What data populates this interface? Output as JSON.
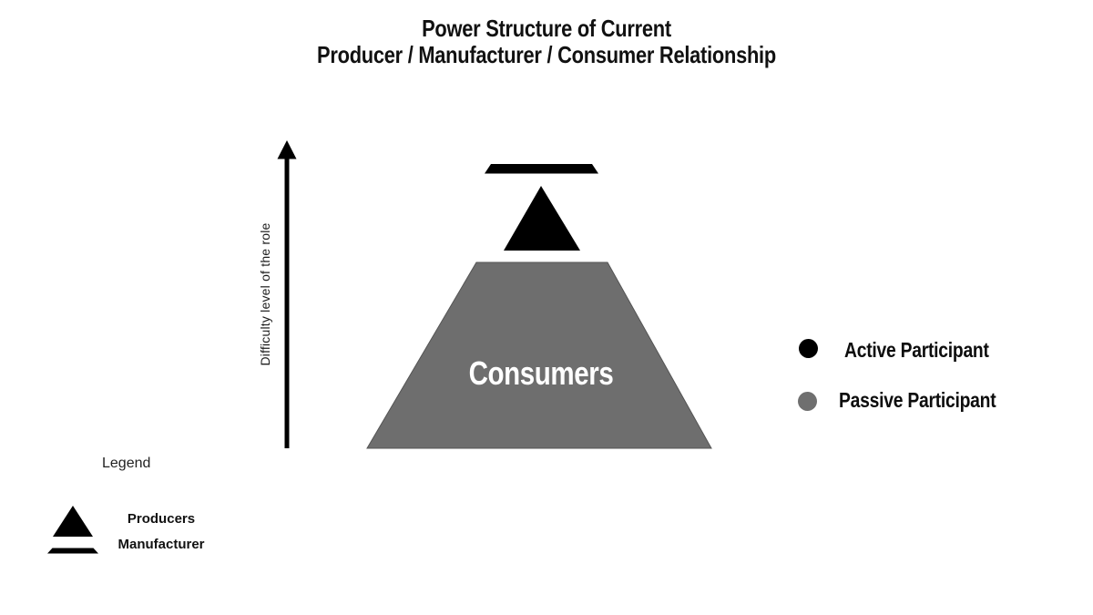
{
  "title": {
    "line1": "Power Structure of Current",
    "line2": "Producer / Manufacturer / Consumer Relationship"
  },
  "axis": {
    "label": "Difficulty level of the role"
  },
  "diagram": {
    "consumers_label": "Consumers"
  },
  "legend_right": {
    "items": [
      {
        "icon": "circle-icon",
        "color": "#000000",
        "label": "Active Participant"
      },
      {
        "icon": "circle-icon",
        "color": "#6f6f6f",
        "label": "Passive Participant"
      }
    ]
  },
  "legend_left": {
    "heading": "Legend",
    "items": [
      {
        "icon": "triangle-icon",
        "label": "Producers"
      },
      {
        "icon": "bar-icon",
        "label": "Manufacturer"
      }
    ]
  },
  "colors": {
    "active_black": "#000000",
    "passive_gray": "#6e6e6e",
    "trapezoid_stroke": "#545454",
    "text": "#111111",
    "background": "#ffffff"
  }
}
